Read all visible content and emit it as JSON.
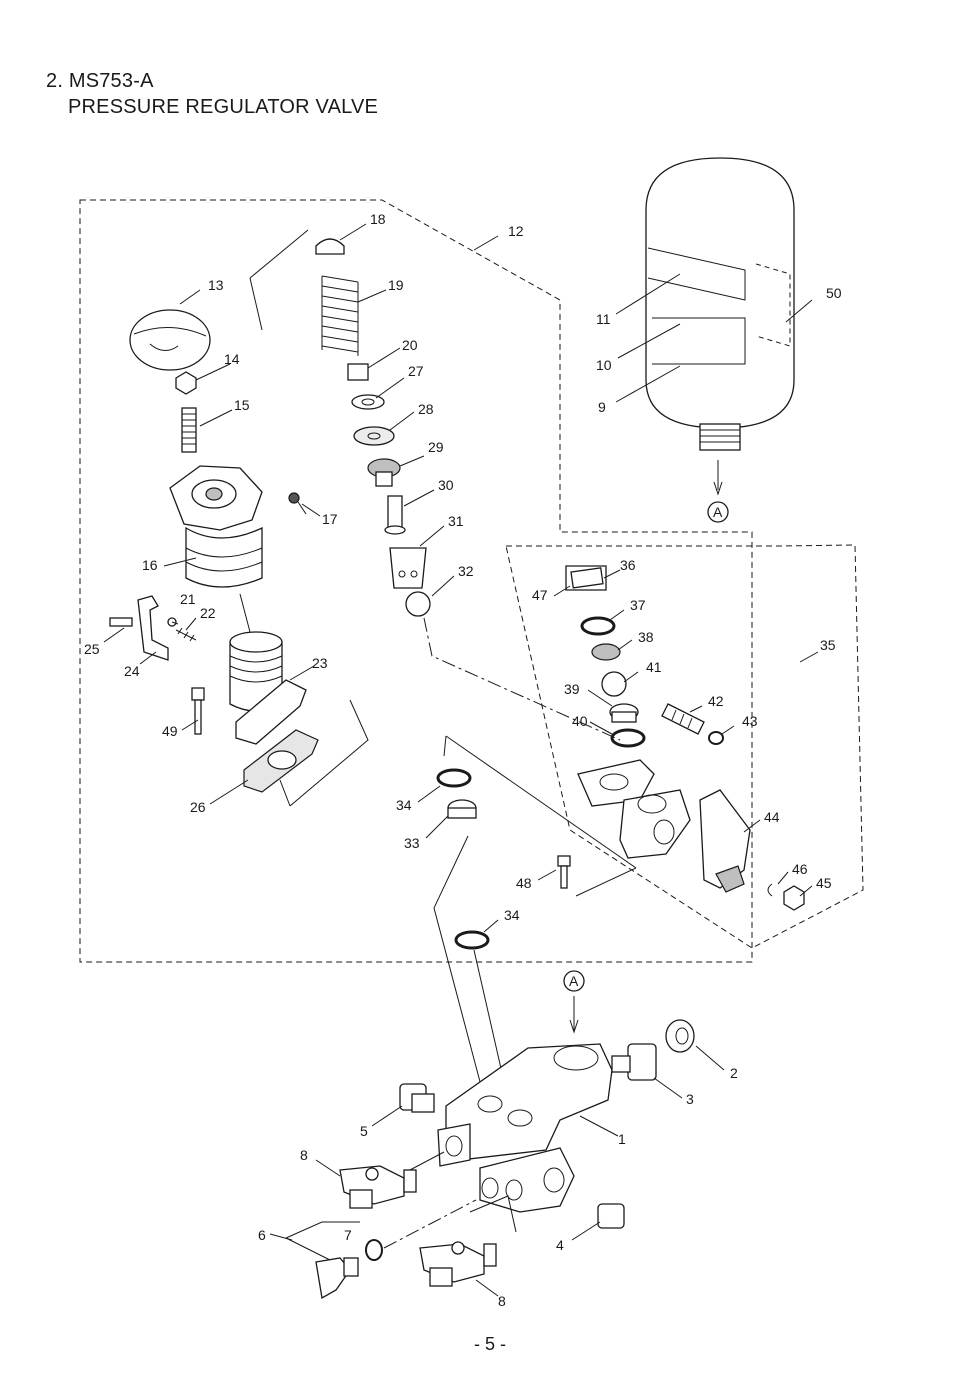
{
  "header": {
    "line1": "2. MS753-A",
    "line2": "PRESSURE REGULATOR VALVE"
  },
  "callouts": [
    "1",
    "2",
    "3",
    "4",
    "5",
    "6",
    "7",
    "8",
    "8",
    "9",
    "10",
    "11",
    "12",
    "13",
    "14",
    "15",
    "16",
    "17",
    "18",
    "19",
    "20",
    "21",
    "22",
    "23",
    "24",
    "25",
    "26",
    "27",
    "28",
    "29",
    "30",
    "31",
    "32",
    "33",
    "34",
    "34",
    "35",
    "36",
    "37",
    "38",
    "39",
    "40",
    "41",
    "42",
    "43",
    "44",
    "45",
    "46",
    "47",
    "48",
    "49",
    "50"
  ],
  "reference_markers": [
    "A",
    "A"
  ],
  "footer": {
    "page": "- 5 -"
  }
}
